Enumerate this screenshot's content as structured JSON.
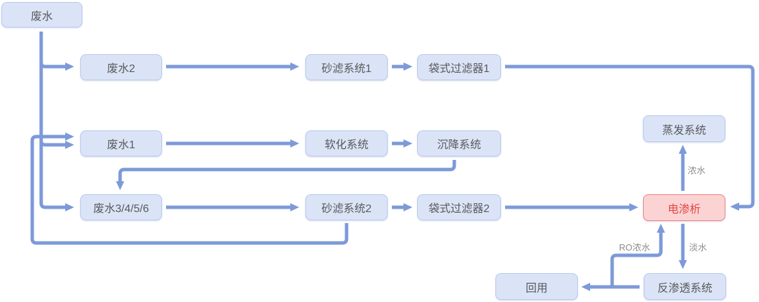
{
  "diagram": {
    "nodes": [
      {
        "id": "wastewater",
        "label": "废水",
        "type": "normal"
      },
      {
        "id": "wastewater-2",
        "label": "废水2",
        "type": "normal"
      },
      {
        "id": "sand-filter-1",
        "label": "砂滤系统1",
        "type": "normal"
      },
      {
        "id": "bag-filter-1",
        "label": "袋式过滤器1",
        "type": "normal"
      },
      {
        "id": "wastewater-1",
        "label": "废水1",
        "type": "normal"
      },
      {
        "id": "softening-system",
        "label": "软化系统",
        "type": "normal"
      },
      {
        "id": "settling-system",
        "label": "沉降系统",
        "type": "normal"
      },
      {
        "id": "wastewater-3456",
        "label": "废水3/4/5/6",
        "type": "normal"
      },
      {
        "id": "sand-filter-2",
        "label": "砂滤系统2",
        "type": "normal"
      },
      {
        "id": "bag-filter-2",
        "label": "袋式过滤器2",
        "type": "normal"
      },
      {
        "id": "evaporation-system",
        "label": "蒸发系统",
        "type": "normal"
      },
      {
        "id": "electrodialysis",
        "label": "电渗析",
        "type": "highlight"
      },
      {
        "id": "reuse",
        "label": "回用",
        "type": "normal"
      },
      {
        "id": "reverse-osmosis",
        "label": "反渗透系统",
        "type": "normal"
      }
    ],
    "edges": [
      {
        "from": "废水",
        "to": "废水2"
      },
      {
        "from": "废水",
        "to": "废水1"
      },
      {
        "from": "废水",
        "to": "废水3/4/5/6"
      },
      {
        "from": "废水2",
        "to": "砂滤系统1"
      },
      {
        "from": "砂滤系统1",
        "to": "袋式过滤器1"
      },
      {
        "from": "袋式过滤器1",
        "to": "电渗析"
      },
      {
        "from": "废水1",
        "to": "软化系统"
      },
      {
        "from": "软化系统",
        "to": "沉降系统"
      },
      {
        "from": "沉降系统",
        "to": "废水3/4/5/6"
      },
      {
        "from": "废水3/4/5/6",
        "to": "砂滤系统2"
      },
      {
        "from": "砂滤系统2",
        "to": "袋式过滤器2"
      },
      {
        "from": "袋式过滤器2",
        "to": "电渗析"
      },
      {
        "from": "砂滤系统2",
        "to": "废水1"
      },
      {
        "from": "电渗析",
        "to": "蒸发系统",
        "label": "浓水"
      },
      {
        "from": "电渗析",
        "to": "反渗透系统",
        "label": "淡水"
      },
      {
        "from": "反渗透系统",
        "to": "回用"
      },
      {
        "from": "反渗透系统",
        "to": "电渗析",
        "label": "RO浓水"
      }
    ],
    "colors": {
      "node_fill": "#dbe4f7",
      "node_border": "#b7c9ee",
      "node_text": "#595959",
      "highlight_fill": "#fbd3d3",
      "highlight_border": "#f47e7e",
      "highlight_text": "#e14747",
      "arrow": "#7d9ad8",
      "edge_label_text": "#8c8c8c",
      "background": "#ffffff"
    }
  }
}
